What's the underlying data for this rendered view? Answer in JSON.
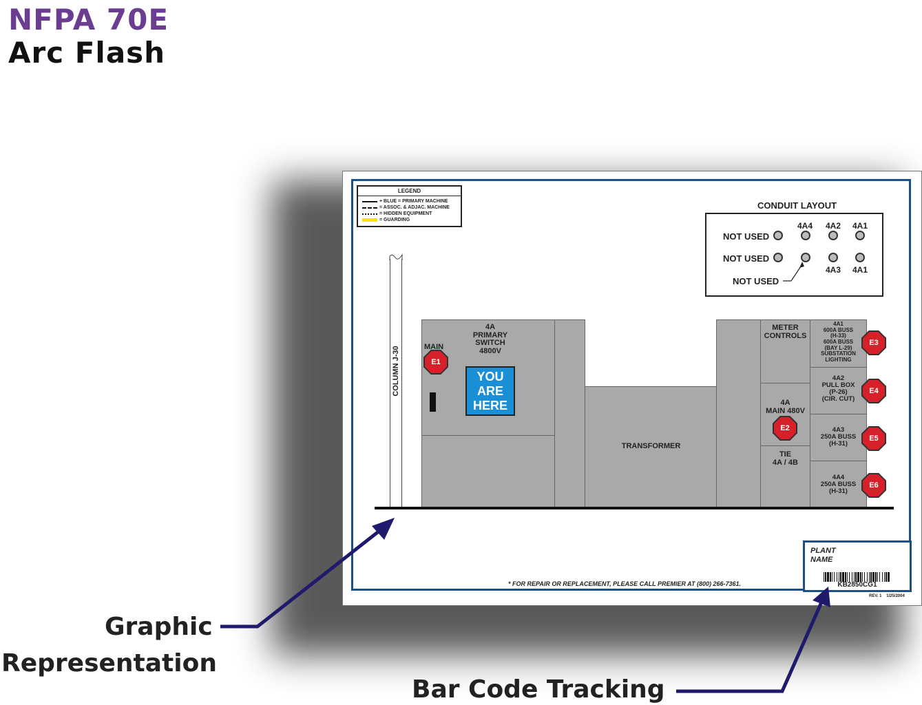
{
  "header": {
    "title": "NFPA 70E",
    "subtitle": "Arc Flash"
  },
  "callouts": {
    "graphic_line1": "Graphic",
    "graphic_line2": "Representation",
    "barcode": "Bar Code Tracking"
  },
  "legend": {
    "title": "LEGEND",
    "items": [
      {
        "label": "+ BLUE = PRIMARY MACHINE",
        "style": "solid"
      },
      {
        "label": "= ASSOC. & ADJAC. MACHINE",
        "style": "dashed"
      },
      {
        "label": "= HIDDEN EQUIPMENT",
        "style": "dotted"
      },
      {
        "label": "= GUARDING",
        "style": "yellow"
      }
    ]
  },
  "conduit": {
    "title": "CONDUIT LAYOUT",
    "top_labels": [
      "4A4",
      "4A2",
      "4A1"
    ],
    "bottom_labels": [
      "4A3",
      "4A1"
    ],
    "not_used_1": "NOT USED",
    "not_used_2": "NOT USED",
    "not_used_3": "NOT USED"
  },
  "column_label": "COLUMN J-30",
  "main_label": "MAIN",
  "primary_switch": "4A\nPRIMARY\nSWITCH\n4800V",
  "you_are_here": "YOU\nARE\nHERE",
  "transformer": "TRANSFORMER",
  "meter_controls": "METER\nCONTROLS",
  "main480": "4A\nMAIN 480V",
  "tie": "TIE\n4A / 4B",
  "feeders": [
    "4A1\n600A BUSS\n(H-33)\n600A BUSS\n(BAY L-29)\nSUBSTATION\nLIGHTING",
    "4A2\nPULL BOX\n(P-26)\n(CIR. CUT)",
    "4A3\n250A BUSS\n(H-31)",
    "4A4\n250A BUSS\n(H-31)"
  ],
  "markers": [
    "E1",
    "E2",
    "E3",
    "E4",
    "E5",
    "E6"
  ],
  "footer_note": "* FOR REPAIR OR REPLACEMENT, PLEASE CALL PREMIER AT (800) 266-7361.",
  "plant_name": "PLANT\nNAME",
  "barcode_code": "KB2850CG1",
  "revision": "REV. 1    1/25/2004",
  "colors": {
    "title_purple": "#6a3d91",
    "sign_blue": "#1a4f8a",
    "marker_red": "#d6202a",
    "you_are_here_blue": "#1a8fd8",
    "arrow_navy": "#1f1a6b"
  }
}
